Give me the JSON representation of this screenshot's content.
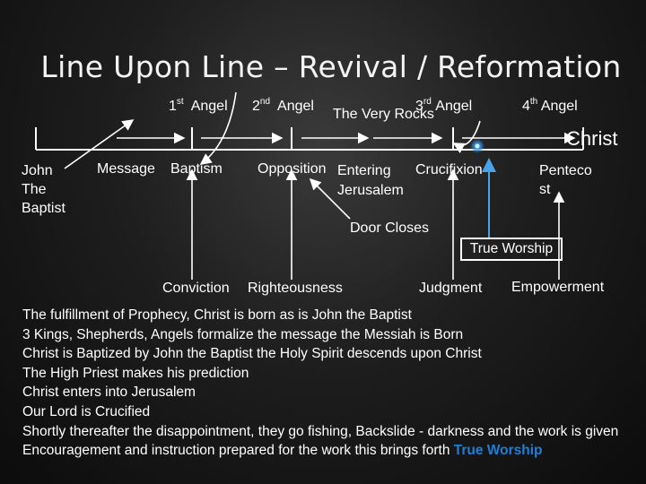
{
  "title": "Line Upon Line – Revival / Reformation",
  "angels": [
    {
      "num": "1",
      "sup": "st",
      "word": "Angel"
    },
    {
      "num": "2",
      "sup": "nd",
      "word": "Angel"
    },
    {
      "num": "3",
      "sup": "rd",
      "word": "Angel"
    },
    {
      "num": "4",
      "sup": "th",
      "word": "Angel"
    }
  ],
  "very_rocks": "The Very Rocks",
  "christ": "Christ",
  "timeline_labels": {
    "john": "John\nThe\nBaptist",
    "message": "Message",
    "baptism": "Baptism",
    "opposition": "Opposition",
    "entering": "Entering\nJerusalem",
    "crucifixion": "Crucifixion",
    "pentecost": "Penteco\nst"
  },
  "door_closes": "Door Closes",
  "true_worship_box": "True Worship",
  "lower_labels": {
    "conviction": "Conviction",
    "righteousness": "Righteousness",
    "judgment": "Judgment",
    "empowerment": "Empowerment"
  },
  "body_lines": [
    "The fulfillment of Prophecy, Christ is born as is John the Baptist",
    "3 Kings, Shepherds, Angels formalize the message the Messiah is Born",
    "Christ is Baptized by John the Baptist the Holy Spirit descends  upon Christ",
    "The High Priest makes his prediction",
    "Christ enters into Jerusalem",
    "Our Lord is Crucified",
    "Shortly thereafter the disappointment, they go fishing, Backslide  - darkness and the work is given"
  ],
  "last_line_prefix": "Encouragement and instruction prepared for the work  this brings forth ",
  "last_line_highlight": "True Worship",
  "colors": {
    "highlight": "#1f7fd6",
    "arrow_blue": "#4aa3e8",
    "timeline": "#ffffff"
  }
}
